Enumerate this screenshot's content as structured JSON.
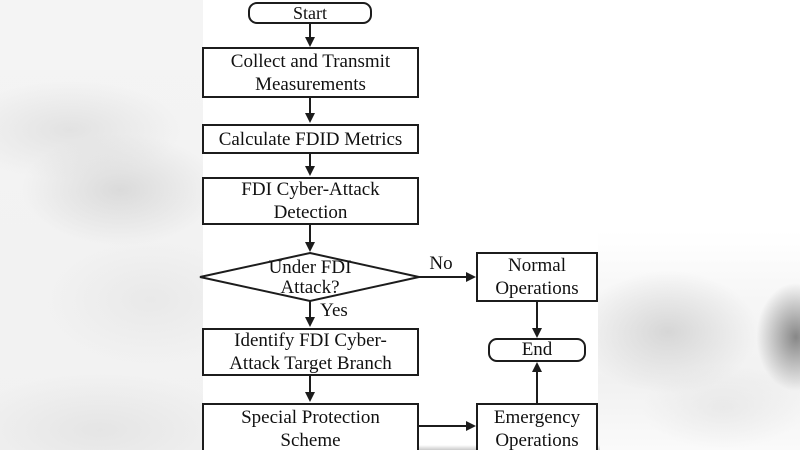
{
  "diagram": {
    "description": "FDI cyber-attack detection and response flowchart",
    "colors": {
      "line": "#1c1c1c",
      "node_fill": "#ffffff",
      "canvas": "#ffffff",
      "letterbox_blur": "#f2f2f2"
    },
    "nodes": {
      "start": {
        "label": "Start",
        "type": "terminator"
      },
      "collect": {
        "label": "Collect and Transmit Measurements",
        "type": "process"
      },
      "calculate": {
        "label": "Calculate FDID Metrics",
        "type": "process"
      },
      "detection": {
        "label": "FDI Cyber-Attack Detection",
        "type": "process"
      },
      "decision": {
        "label": "Under FDI Attack?",
        "type": "decision"
      },
      "normal": {
        "label": "Normal Operations",
        "type": "process"
      },
      "end": {
        "label": "End",
        "type": "terminator"
      },
      "identify": {
        "label": "Identify FDI Cyber-Attack Target Branch",
        "type": "process"
      },
      "special": {
        "label": "Special Protection Scheme",
        "type": "process"
      },
      "emergency": {
        "label": "Emergency Operations",
        "type": "process"
      }
    },
    "edge_labels": {
      "no": "No",
      "yes": "Yes"
    },
    "edges": [
      {
        "from": "start",
        "to": "collect"
      },
      {
        "from": "collect",
        "to": "calculate"
      },
      {
        "from": "calculate",
        "to": "detection"
      },
      {
        "from": "detection",
        "to": "decision"
      },
      {
        "from": "decision",
        "to": "normal",
        "label": "No"
      },
      {
        "from": "decision",
        "to": "identify",
        "label": "Yes"
      },
      {
        "from": "normal",
        "to": "end"
      },
      {
        "from": "identify",
        "to": "special"
      },
      {
        "from": "special",
        "to": "emergency"
      },
      {
        "from": "emergency",
        "to": "end"
      }
    ]
  }
}
